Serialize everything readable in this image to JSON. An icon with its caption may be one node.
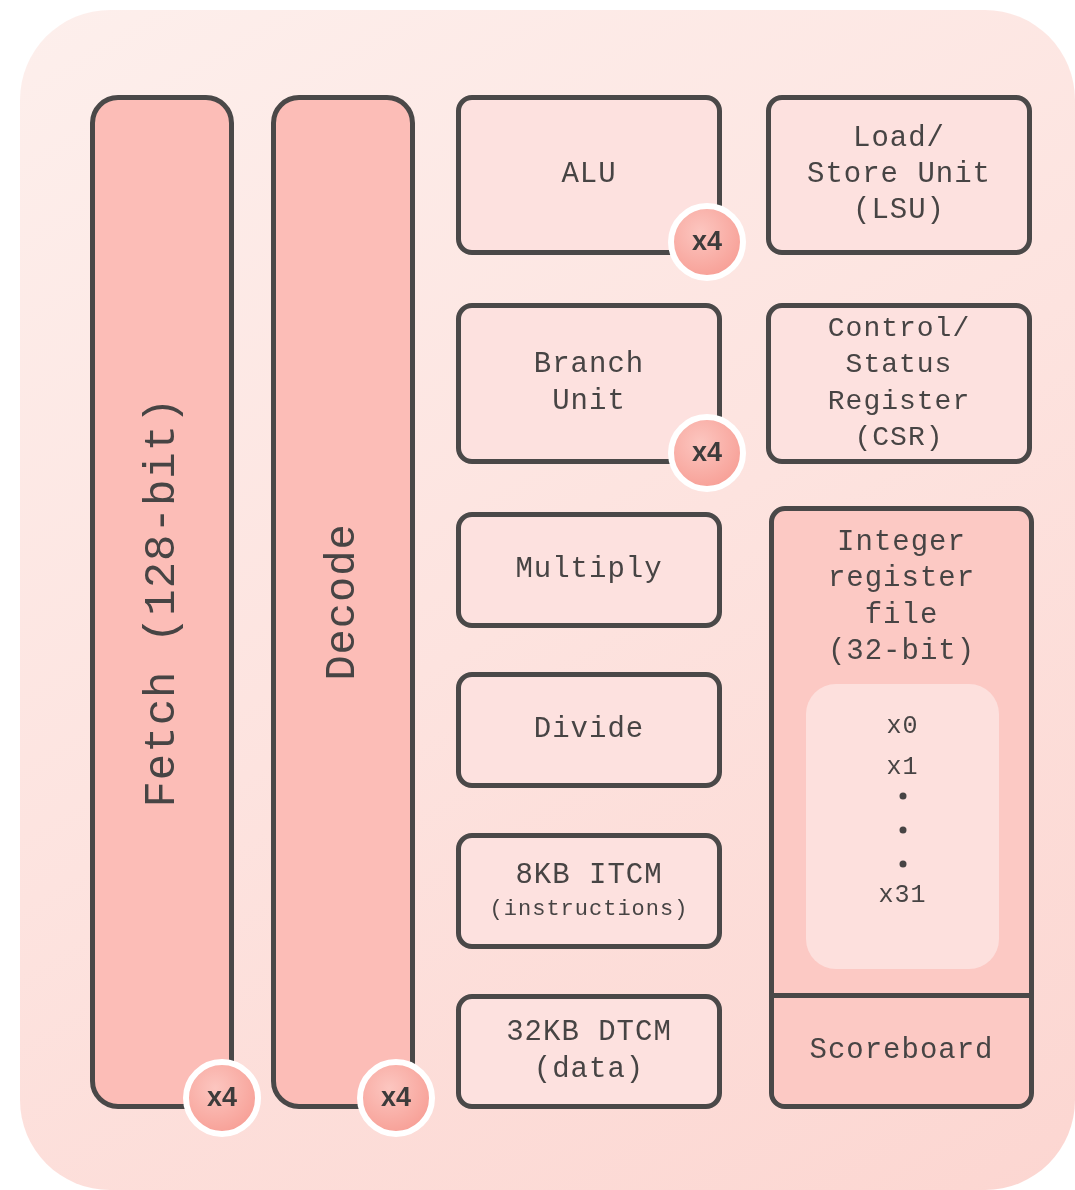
{
  "diagram": {
    "nodes": [
      {
        "text": [
          "Fetch (128-bit)"
        ]
      },
      {
        "text": [
          "Decode"
        ]
      },
      {
        "text": [
          "ALU"
        ]
      },
      {
        "text": [
          "Load/ Store Unit (LSU)"
        ]
      },
      {
        "text": [
          "Branch Unit"
        ]
      },
      {
        "text": [
          "Control/ Status Register (CSR)"
        ]
      },
      {
        "text": [
          "Multiply"
        ]
      },
      {
        "text": [
          "Integer register file (32-bit)"
        ]
      },
      {
        "text": [
          "x0",
          "x1",
          "x31"
        ],
        "in": 7
      },
      {
        "text": [
          "Divide"
        ]
      },
      {
        "text": [
          "8KB ITCM",
          "(instructions)"
        ]
      },
      {
        "text": [
          "32KB DTCM (data)"
        ]
      },
      {
        "text": [
          "Scoreboard"
        ],
        "in": 7
      },
      {
        "text": [
          "x4"
        ]
      },
      {
        "text": [
          "x4"
        ]
      },
      {
        "text": [
          "x4"
        ]
      },
      {
        "text": [
          "x4"
        ]
      }
    ]
  }
}
